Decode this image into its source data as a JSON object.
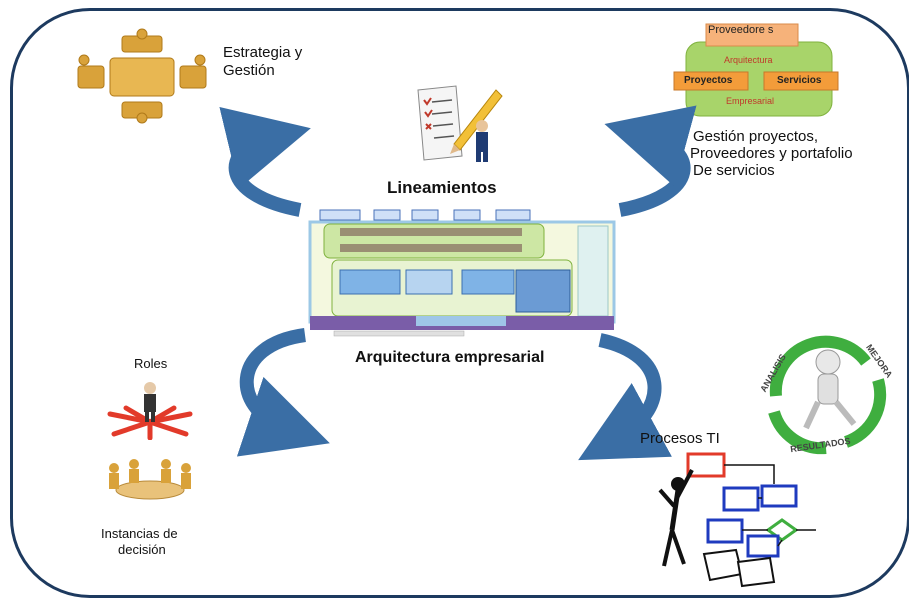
{
  "center": {
    "title_top": "Lineamientos",
    "title_bottom": "Arquitectura empresarial"
  },
  "top_left": {
    "line1": "Estrategia y",
    "line2": "Gestión"
  },
  "top_right": {
    "box_top": "Proveedore s",
    "ring_top": "Arquitectura",
    "left_box": "Proyectos",
    "right_box": "Servicios",
    "ring_bottom": "Empresarial",
    "caption1": "Gestión proyectos,",
    "caption2": "Proveedores y portafolio",
    "caption3": "De servicios"
  },
  "left": {
    "roles": "Roles",
    "instancias1": "Instancias de",
    "instancias2": "decisión"
  },
  "bottom_right": {
    "procesos": "Procesos TI",
    "analisis": "ANALISIS",
    "mejora": "MEJORA",
    "resultados": "RESULTADOS"
  },
  "colors": {
    "arrow": "#3a6ea5",
    "frame": "#1d3a5f",
    "orange_box": "#f4a04a",
    "green_ring": "#8cc84b"
  }
}
